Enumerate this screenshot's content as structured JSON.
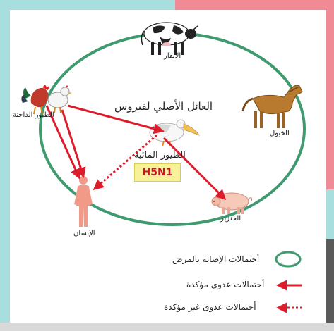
{
  "nodes": {
    "cattle": "الأبقار",
    "horses": "الخيول",
    "poultry": "الطيور الداجنة",
    "humans": "الإنسان",
    "pigs": "الخنزير",
    "waterfowl": "الطيور المائية"
  },
  "center_title": "العائل الأصلي لفيروس",
  "virus_label": "H5N1",
  "legend": {
    "circle": "أحتمالات الإصابة بالمرض",
    "solid": "أحتمالات عدوى مؤكدة",
    "dotted": "أحتمالات عدوى غير مؤكدة"
  },
  "colors": {
    "circle": "#3f9a6f",
    "arrow": "#dd1b2a",
    "virus_box": "#f7f29a",
    "virus_text": "#d0102a"
  },
  "icons": [
    "cow-icon",
    "horse-icon",
    "rooster-icon",
    "hen-icon",
    "pelican-icon",
    "pig-icon",
    "human-figure-icon"
  ]
}
